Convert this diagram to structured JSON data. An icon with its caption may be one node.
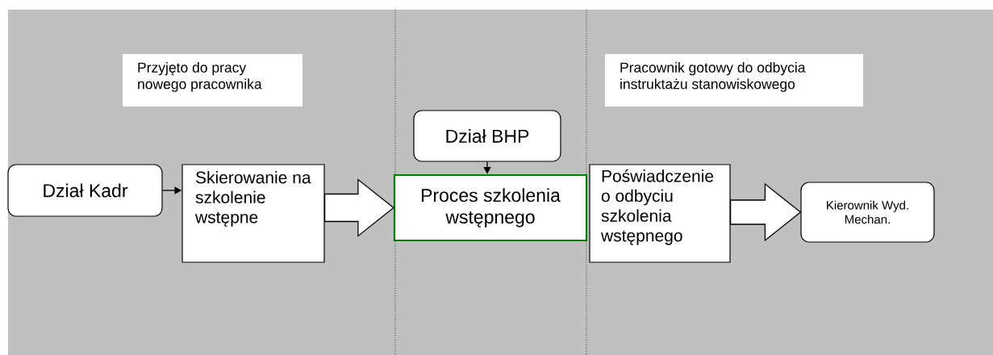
{
  "diagram": {
    "nodes": [
      {
        "text": [
          "Dział Kadr"
        ]
      },
      {
        "text": [
          "Przyjęto do pracy nowego pracownika"
        ]
      },
      {
        "text": [
          "Skierowanie na szkolenie wstępne"
        ]
      },
      {
        "text": [
          "Dział BHP"
        ]
      },
      {
        "text": [
          "Proces szkolenia wstępnego"
        ]
      },
      {
        "text": [
          "Pracownik gotowy do odbycia instruktażu stanowiskowego"
        ]
      },
      {
        "text": [
          "Poświadczenie o odbyciu szkolenia wstępnego"
        ]
      },
      {
        "text": [
          "Kierownik Wyd. Mechan."
        ]
      }
    ],
    "edges": [
      {
        "from": 0,
        "to": 2,
        "arrow": "to"
      },
      {
        "from": 2,
        "to": 4,
        "arrow": "to"
      },
      {
        "from": 3,
        "to": 4,
        "arrow": "to"
      },
      {
        "from": 6,
        "to": 7,
        "arrow": "to"
      }
    ]
  }
}
